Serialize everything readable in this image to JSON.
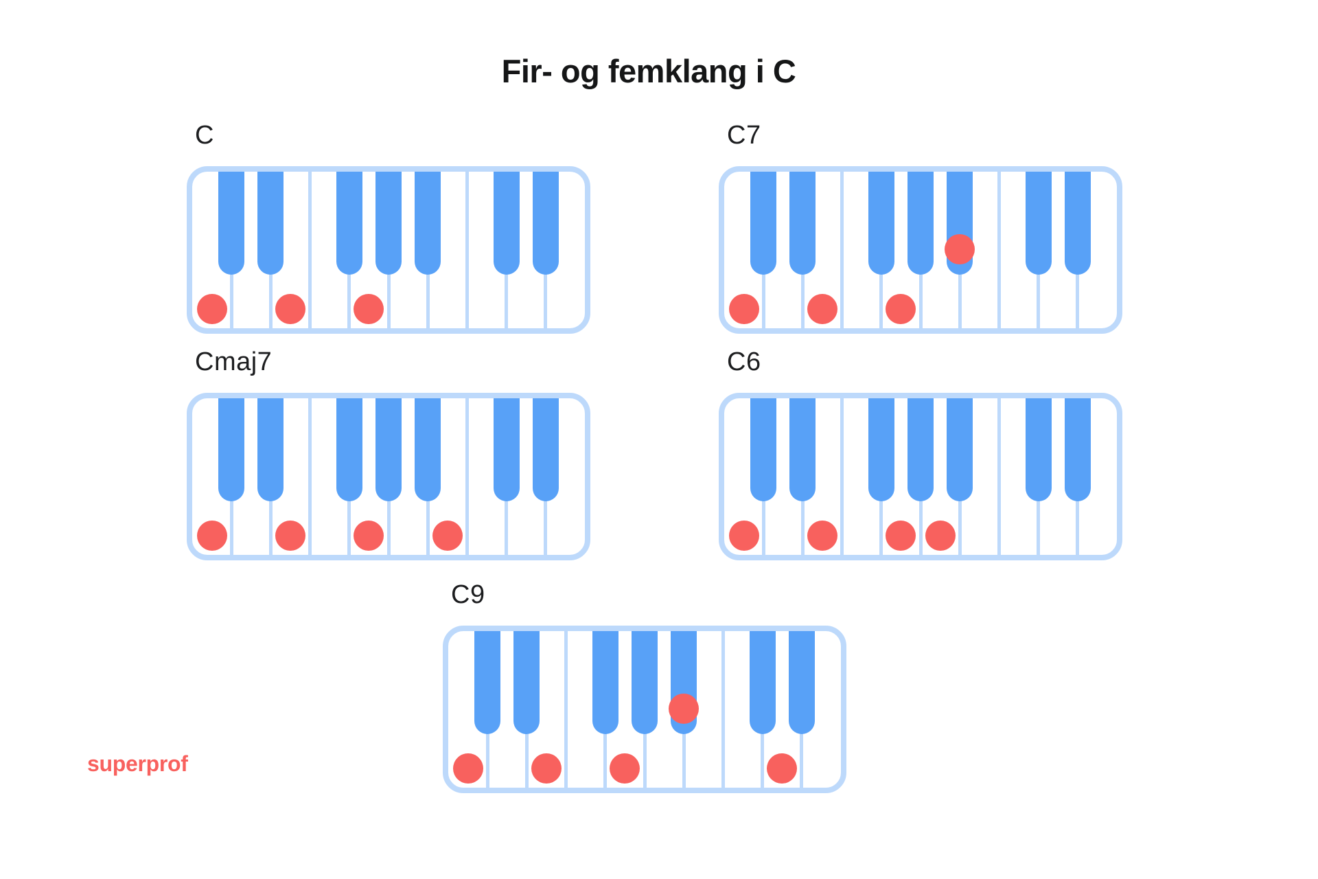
{
  "title": "Fir- og femklang i C",
  "logo": {
    "text": "superprof"
  },
  "colors": {
    "key_blue": "#58a1f7",
    "light_blue": "#bdd9fb",
    "dot_red": "#f8615e",
    "text_dark": "#151617",
    "background": "#ffffff"
  },
  "keyboard_spec": {
    "white_key_count": 10,
    "black_key_boundaries": [
      1,
      2,
      4,
      5,
      6,
      8,
      9
    ]
  },
  "chords": [
    {
      "label": "C",
      "white_dots": [
        1,
        3,
        5
      ],
      "black_dots": []
    },
    {
      "label": "C7",
      "white_dots": [
        1,
        3,
        5
      ],
      "black_dots": [
        6
      ]
    },
    {
      "label": "Cmaj7",
      "white_dots": [
        1,
        3,
        5,
        7
      ],
      "black_dots": []
    },
    {
      "label": "C6",
      "white_dots": [
        1,
        3,
        5,
        6
      ],
      "black_dots": []
    },
    {
      "label": "C9",
      "white_dots": [
        1,
        3,
        5,
        9
      ],
      "black_dots": [
        6
      ]
    }
  ]
}
